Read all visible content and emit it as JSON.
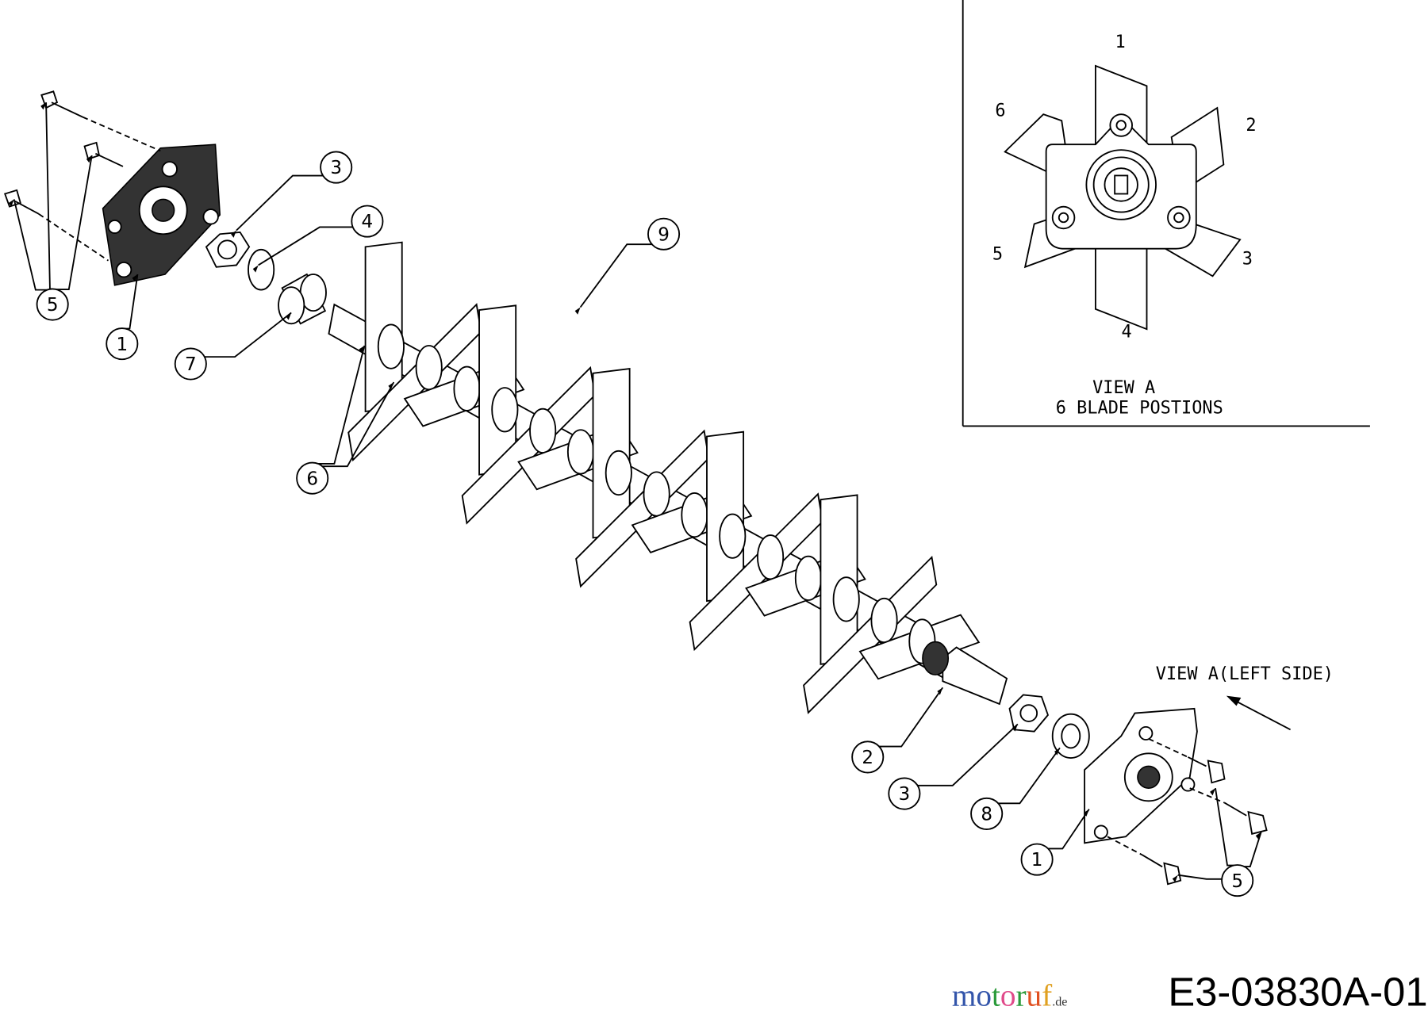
{
  "inset": {
    "title": "VIEW A",
    "subtitle": "6 BLADE POSTIONS",
    "positions": [
      "1",
      "2",
      "3",
      "4",
      "5",
      "6"
    ]
  },
  "view_label": "VIEW A(LEFT SIDE)",
  "drawing_code": "E3-03830A-01",
  "watermark": {
    "text": "motoruf",
    "suffix": ".de",
    "colors": [
      "#3355aa",
      "#3355aa",
      "#2a9a3a",
      "#e04a8a",
      "#2a9a3a",
      "#e05020",
      "#e0a020"
    ]
  },
  "callouts": [
    {
      "label": "5"
    },
    {
      "label": "1"
    },
    {
      "label": "3"
    },
    {
      "label": "4"
    },
    {
      "label": "7"
    },
    {
      "label": "9"
    },
    {
      "label": "6"
    },
    {
      "label": "2"
    },
    {
      "label": "3"
    },
    {
      "label": "8"
    },
    {
      "label": "1"
    },
    {
      "label": "5"
    }
  ]
}
